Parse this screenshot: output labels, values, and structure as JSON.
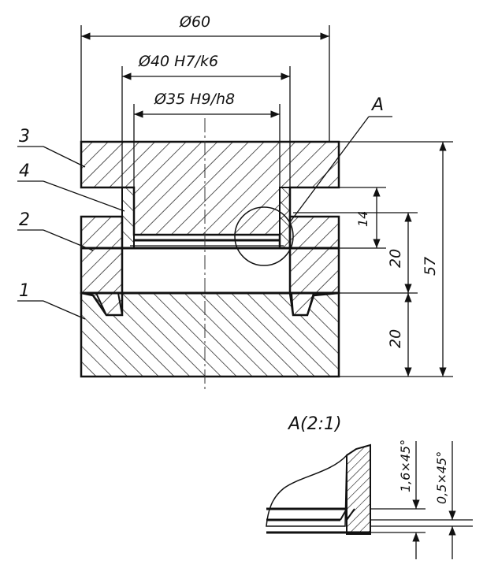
{
  "dimensions": {
    "outer_diameter": "Ø60",
    "fit_diameter": "Ø40 H7/k6",
    "inner_diameter": "Ø35 H9/h8",
    "height_total": "57",
    "height_upper": "20",
    "height_lower": "20",
    "height_hub": "14"
  },
  "parts": {
    "p1": "1",
    "p2": "2",
    "p3": "3",
    "p4": "4"
  },
  "detail": {
    "callout": "A",
    "title": "A(2:1)",
    "chamfer_large": "1,6×45°",
    "chamfer_small": "0,5×45°"
  }
}
